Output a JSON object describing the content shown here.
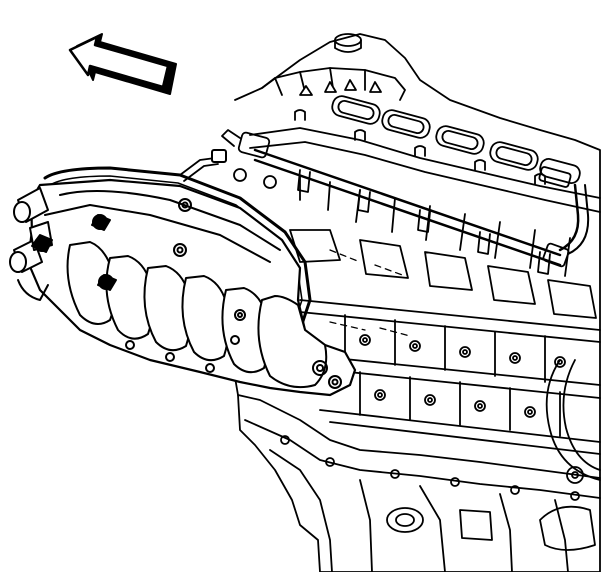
{
  "diagram": {
    "style": "monochrome line drawing",
    "colors": {
      "background": "#ffffff",
      "ink": "#000000"
    },
    "elements": [
      {
        "name": "direction-arrow-icon",
        "role": "arrow pointing up-left"
      },
      {
        "name": "intake-manifold",
        "role": "removed component"
      },
      {
        "name": "engine-block",
        "role": "engine assembly"
      },
      {
        "name": "fuel-rail",
        "role": "rail across top of block"
      }
    ]
  }
}
